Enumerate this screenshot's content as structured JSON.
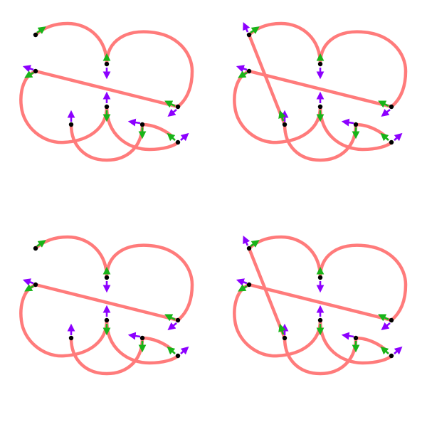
{
  "colors": {
    "curve": "#ff7b7b",
    "node": "#000000",
    "arrow_green": "#18b418",
    "arrow_purple": "#8c00ff",
    "background": "#ffffff"
  },
  "panels": [
    {
      "id": "top-left",
      "variant": "plain"
    },
    {
      "id": "top-right",
      "variant": "with-diagonal"
    },
    {
      "id": "bottom-left",
      "variant": "plain"
    },
    {
      "id": "bottom-right",
      "variant": "with-diagonal"
    }
  ]
}
